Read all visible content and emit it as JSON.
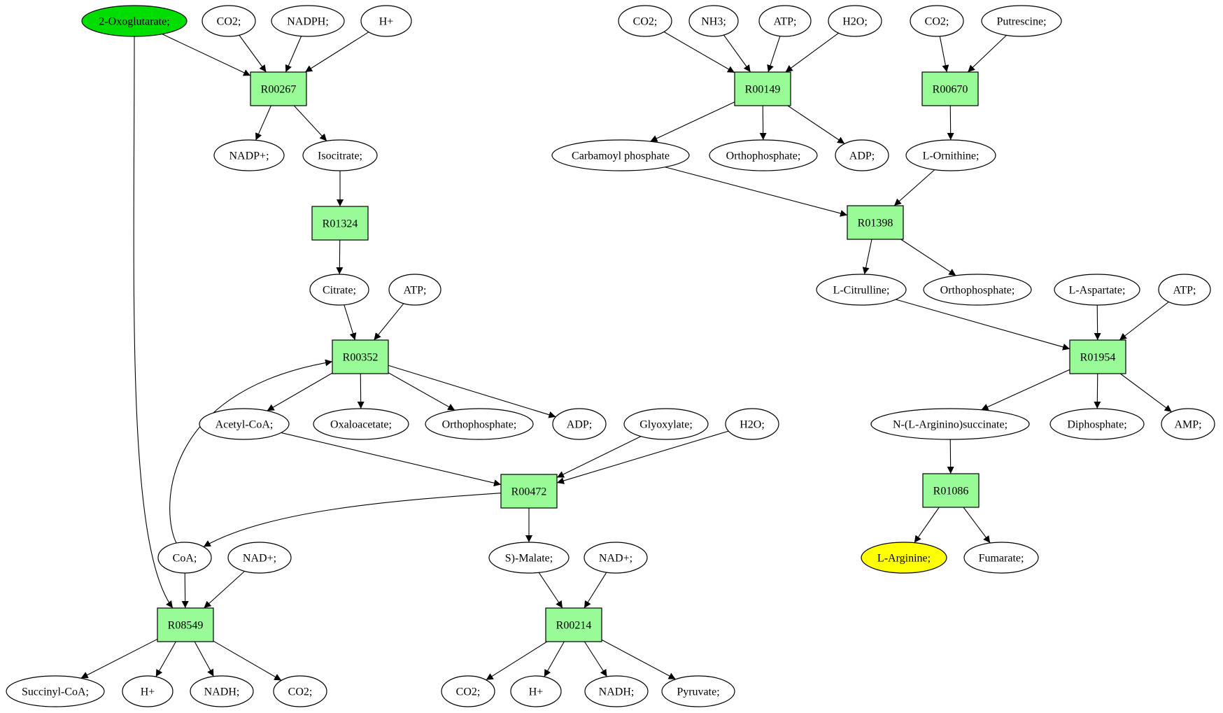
{
  "colors": {
    "reaction_fill": "#98fb98",
    "compound_fill": "#ffffff",
    "start_fill": "#00dd00",
    "target_fill": "#ffff00"
  },
  "nodes": {
    "c_2oxo": {
      "label": "2-Oxoglutarate;",
      "kind": "compound",
      "highlight": "start"
    },
    "c_co2_a": {
      "label": "CO2;",
      "kind": "compound"
    },
    "c_nadph": {
      "label": "NADPH;",
      "kind": "compound"
    },
    "c_hplus_a": {
      "label": "H+",
      "kind": "compound"
    },
    "r_00267": {
      "label": "R00267",
      "kind": "reaction"
    },
    "c_nadp": {
      "label": "NADP+;",
      "kind": "compound"
    },
    "c_isocitrate": {
      "label": "Isocitrate;",
      "kind": "compound"
    },
    "r_01324": {
      "label": "R01324",
      "kind": "reaction"
    },
    "c_citrate": {
      "label": "Citrate;",
      "kind": "compound"
    },
    "c_atp_a": {
      "label": "ATP;",
      "kind": "compound"
    },
    "r_00352": {
      "label": "R00352",
      "kind": "reaction"
    },
    "c_acetylcoa": {
      "label": "Acetyl-CoA;",
      "kind": "compound"
    },
    "c_oxaloacetate": {
      "label": "Oxaloacetate;",
      "kind": "compound"
    },
    "c_orthophos_a": {
      "label": "Orthophosphate;",
      "kind": "compound"
    },
    "c_adp_a": {
      "label": "ADP;",
      "kind": "compound"
    },
    "c_glyoxylate": {
      "label": "Glyoxylate;",
      "kind": "compound"
    },
    "c_h2o_a": {
      "label": "H2O;",
      "kind": "compound"
    },
    "r_00472": {
      "label": "R00472",
      "kind": "reaction"
    },
    "c_coa": {
      "label": "CoA;",
      "kind": "compound"
    },
    "c_nad_a": {
      "label": "NAD+;",
      "kind": "compound"
    },
    "c_malate": {
      "label": "S)-Malate;",
      "kind": "compound"
    },
    "c_nad_b": {
      "label": "NAD+;",
      "kind": "compound"
    },
    "r_08549": {
      "label": "R08549",
      "kind": "reaction"
    },
    "r_00214": {
      "label": "R00214",
      "kind": "reaction"
    },
    "c_succinylcoa": {
      "label": "Succinyl-CoA;",
      "kind": "compound"
    },
    "c_hplus_b": {
      "label": "H+",
      "kind": "compound"
    },
    "c_nadh_a": {
      "label": "NADH;",
      "kind": "compound"
    },
    "c_co2_b": {
      "label": "CO2;",
      "kind": "compound"
    },
    "c_co2_c": {
      "label": "CO2;",
      "kind": "compound"
    },
    "c_hplus_c": {
      "label": "H+",
      "kind": "compound"
    },
    "c_nadh_b": {
      "label": "NADH;",
      "kind": "compound"
    },
    "c_pyruvate": {
      "label": "Pyruvate;",
      "kind": "compound"
    },
    "c_co2_d": {
      "label": "CO2;",
      "kind": "compound"
    },
    "c_nh3": {
      "label": "NH3;",
      "kind": "compound"
    },
    "c_atp_b": {
      "label": "ATP;",
      "kind": "compound"
    },
    "c_h2o_b": {
      "label": "H2O;",
      "kind": "compound"
    },
    "c_co2_e": {
      "label": "CO2;",
      "kind": "compound"
    },
    "c_putrescine": {
      "label": "Putrescine;",
      "kind": "compound"
    },
    "r_00149": {
      "label": "R00149",
      "kind": "reaction"
    },
    "r_00670": {
      "label": "R00670",
      "kind": "reaction"
    },
    "c_carbamoyl": {
      "label": "Carbamoyl phosphate",
      "kind": "compound"
    },
    "c_orthophos_b": {
      "label": "Orthophosphate;",
      "kind": "compound"
    },
    "c_adp_b": {
      "label": "ADP;",
      "kind": "compound"
    },
    "c_ornithine": {
      "label": "L-Ornithine;",
      "kind": "compound"
    },
    "r_01398": {
      "label": "R01398",
      "kind": "reaction"
    },
    "c_citrulline": {
      "label": "L-Citrulline;",
      "kind": "compound"
    },
    "c_orthophos_c": {
      "label": "Orthophosphate;",
      "kind": "compound"
    },
    "c_aspartate": {
      "label": "L-Aspartate;",
      "kind": "compound"
    },
    "c_atp_c": {
      "label": "ATP;",
      "kind": "compound"
    },
    "r_01954": {
      "label": "R01954",
      "kind": "reaction"
    },
    "c_arginosucc": {
      "label": "N-(L-Arginino)succinate;",
      "kind": "compound"
    },
    "c_diphosphate": {
      "label": "Diphosphate;",
      "kind": "compound"
    },
    "c_amp": {
      "label": "AMP;",
      "kind": "compound"
    },
    "r_01086": {
      "label": "R01086",
      "kind": "reaction"
    },
    "c_arginine": {
      "label": "L-Arginine;",
      "kind": "compound",
      "highlight": "target"
    },
    "c_fumarate": {
      "label": "Fumarate;",
      "kind": "compound"
    }
  },
  "edges": [
    [
      "c_2oxo",
      "r_00267"
    ],
    [
      "c_co2_a",
      "r_00267"
    ],
    [
      "c_nadph",
      "r_00267"
    ],
    [
      "c_hplus_a",
      "r_00267"
    ],
    [
      "r_00267",
      "c_nadp"
    ],
    [
      "r_00267",
      "c_isocitrate"
    ],
    [
      "c_isocitrate",
      "r_01324"
    ],
    [
      "r_01324",
      "c_citrate"
    ],
    [
      "c_citrate",
      "r_00352"
    ],
    [
      "c_atp_a",
      "r_00352"
    ],
    [
      "r_00352",
      "c_acetylcoa"
    ],
    [
      "r_00352",
      "c_oxaloacetate"
    ],
    [
      "r_00352",
      "c_orthophos_a"
    ],
    [
      "r_00352",
      "c_adp_a"
    ],
    [
      "c_acetylcoa",
      "r_00472"
    ],
    [
      "c_glyoxylate",
      "r_00472"
    ],
    [
      "c_h2o_a",
      "r_00472"
    ],
    [
      "r_00472",
      "c_coa"
    ],
    [
      "r_00472",
      "c_malate"
    ],
    [
      "c_coa",
      "r_00352"
    ],
    [
      "c_2oxo",
      "r_08549"
    ],
    [
      "c_coa",
      "r_08549"
    ],
    [
      "c_nad_a",
      "r_08549"
    ],
    [
      "r_08549",
      "c_succinylcoa"
    ],
    [
      "r_08549",
      "c_hplus_b"
    ],
    [
      "r_08549",
      "c_nadh_a"
    ],
    [
      "r_08549",
      "c_co2_b"
    ],
    [
      "c_malate",
      "r_00214"
    ],
    [
      "c_nad_b",
      "r_00214"
    ],
    [
      "r_00214",
      "c_co2_c"
    ],
    [
      "r_00214",
      "c_hplus_c"
    ],
    [
      "r_00214",
      "c_nadh_b"
    ],
    [
      "r_00214",
      "c_pyruvate"
    ],
    [
      "c_co2_d",
      "r_00149"
    ],
    [
      "c_nh3",
      "r_00149"
    ],
    [
      "c_atp_b",
      "r_00149"
    ],
    [
      "c_h2o_b",
      "r_00149"
    ],
    [
      "r_00149",
      "c_carbamoyl"
    ],
    [
      "r_00149",
      "c_orthophos_b"
    ],
    [
      "r_00149",
      "c_adp_b"
    ],
    [
      "c_co2_e",
      "r_00670"
    ],
    [
      "c_putrescine",
      "r_00670"
    ],
    [
      "r_00670",
      "c_ornithine"
    ],
    [
      "c_carbamoyl",
      "r_01398"
    ],
    [
      "c_ornithine",
      "r_01398"
    ],
    [
      "r_01398",
      "c_citrulline"
    ],
    [
      "r_01398",
      "c_orthophos_c"
    ],
    [
      "c_citrulline",
      "r_01954"
    ],
    [
      "c_aspartate",
      "r_01954"
    ],
    [
      "c_atp_c",
      "r_01954"
    ],
    [
      "r_01954",
      "c_arginosucc"
    ],
    [
      "r_01954",
      "c_diphosphate"
    ],
    [
      "r_01954",
      "c_amp"
    ],
    [
      "c_arginosucc",
      "r_01086"
    ],
    [
      "r_01086",
      "c_arginine"
    ],
    [
      "r_01086",
      "c_fumarate"
    ]
  ]
}
